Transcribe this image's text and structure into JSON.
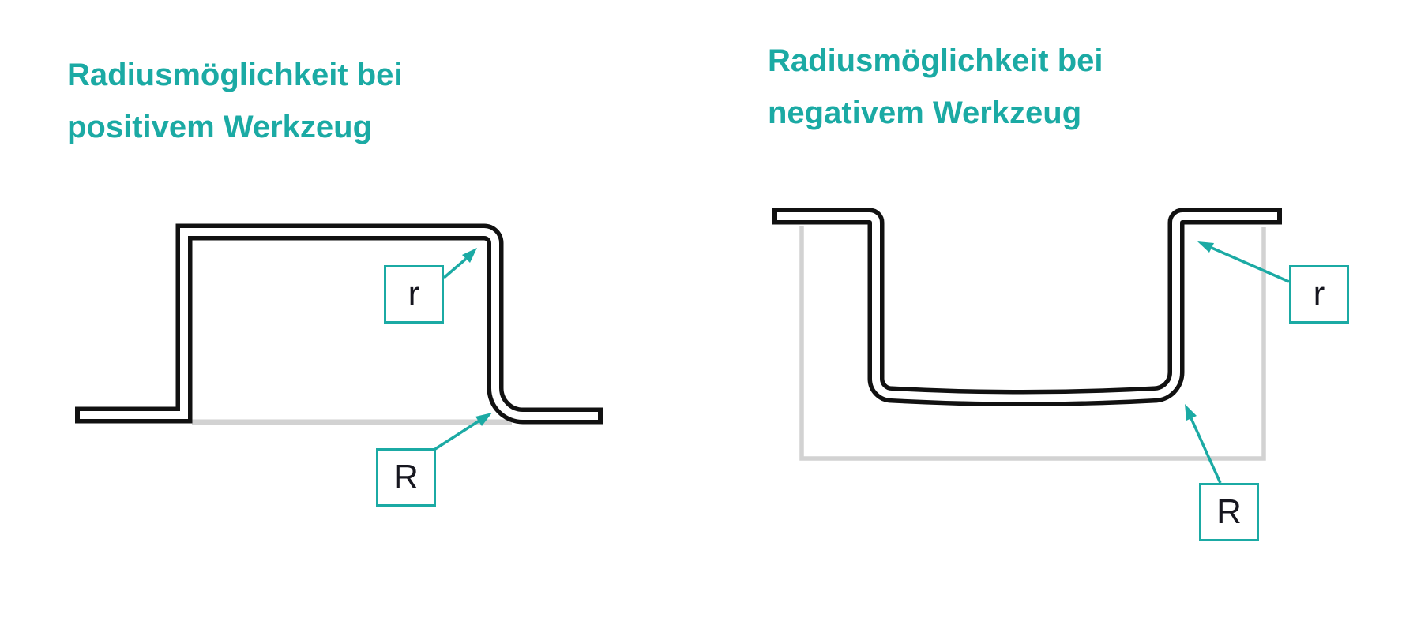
{
  "left_figure": {
    "title_line1": "Radiusmöglichkeit bei",
    "title_line2": "positivem Werkzeug",
    "small_radius_label": "r",
    "large_radius_label": "R"
  },
  "right_figure": {
    "title_line1": "Radiusmöglichkeit bei",
    "title_line2": "negativem Werkzeug",
    "small_radius_label": "r",
    "large_radius_label": "R"
  },
  "colors": {
    "accent_teal": "#1baaa4",
    "line_black": "#111111",
    "mold_gray": "#d2d2d2"
  }
}
